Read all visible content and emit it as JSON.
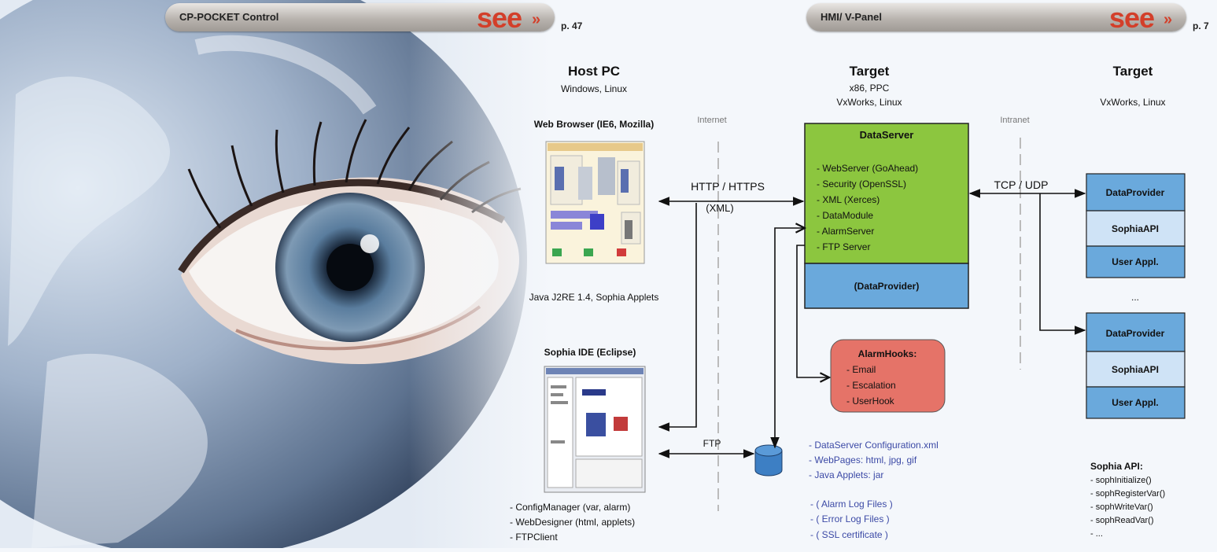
{
  "banners": [
    {
      "label": "CP-POCKET Control",
      "see": "see",
      "arrows": "»",
      "page": "p. 47"
    },
    {
      "label": "HMI/ V-Panel",
      "see": "see",
      "arrows": "»",
      "page": "p. 7"
    }
  ],
  "host": {
    "title": "Host PC",
    "os": "Windows, Linux",
    "browser_label": "Web Browser (IE6, Mozilla)",
    "browser_sublabel": "Java J2RE 1.4, Sophia Applets",
    "ide_label": "Sophia IDE (Eclipse)",
    "tools": [
      "- ConfigManager (var, alarm)",
      "- WebDesigner (html, applets)",
      "- FTPClient"
    ]
  },
  "network": {
    "internet": "Internet",
    "intranet": "Intranet",
    "http": "HTTP / HTTPS",
    "xml": "(XML)",
    "tcp": "TCP / UDP",
    "ftp": "FTP"
  },
  "target_mid": {
    "title": "Target",
    "arch": "x86, PPC",
    "os": "VxWorks, Linux",
    "dataserver_title": "DataServer",
    "dataserver_items": [
      "- WebServer (GoAhead)",
      "- Security (OpenSSL)",
      "- XML (Xerces)",
      "- DataModule",
      "- AlarmServer",
      "- FTP Server"
    ],
    "dataprovider": "(DataProvider)",
    "alarmhooks_title": "AlarmHooks:",
    "alarmhooks_items": [
      "- Email",
      "- Escalation",
      "- UserHook"
    ],
    "files": [
      "- DataServer Configuration.xml",
      "- WebPages: html, jpg, gif",
      "- Java Applets: jar"
    ],
    "logs": [
      "- ( Alarm Log Files )",
      "- ( Error Log Files )",
      "- ( SSL certificate )"
    ]
  },
  "target_right": {
    "title": "Target",
    "os": "VxWorks, Linux",
    "stack1": [
      "DataProvider",
      "SophiaAPI",
      "User Appl."
    ],
    "ellipsis": "...",
    "stack2": [
      "DataProvider",
      "SophiaAPI",
      "User Appl."
    ],
    "api_title": "Sophia API:",
    "api_items": [
      "- sophInitialize()",
      "- sophRegisterVar()",
      "- sophWriteVar()",
      "- sophReadVar()",
      "- ..."
    ]
  },
  "colors": {
    "green": "#8cc63f",
    "blue_dark": "#6aa9dc",
    "blue_light": "#cfe3f6",
    "alarm": "#e57368",
    "db": "#3d7fc4",
    "list_blue": "#3c4aa6",
    "accent_red": "#d33f2a"
  }
}
